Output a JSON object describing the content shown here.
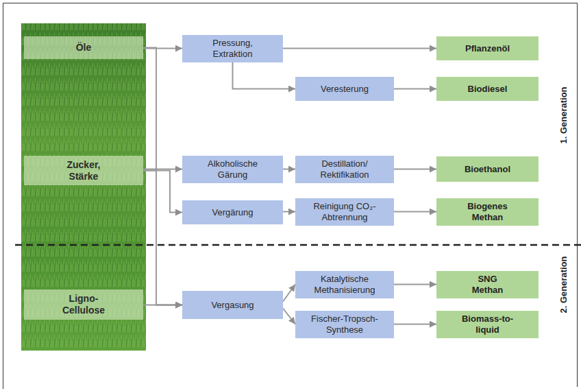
{
  "diagram": {
    "nodes": [
      {
        "text": [
          "Öle"
        ]
      },
      {
        "text": [
          "Pressung, Extraktion"
        ]
      },
      {
        "text": [
          "Pflanzenöl"
        ]
      },
      {
        "text": [
          "Veresterung"
        ]
      },
      {
        "text": [
          "Biodiesel"
        ]
      },
      {
        "text": [
          "Zucker, Stärke"
        ]
      },
      {
        "text": [
          "Alkoholische Gärung"
        ]
      },
      {
        "text": [
          "Destillation/ Rektifikation"
        ]
      },
      {
        "text": [
          "Bioethanol"
        ]
      },
      {
        "text": [
          "Vergärung"
        ]
      },
      {
        "text": [
          "Reinigung CO₂-Abtrennung"
        ]
      },
      {
        "text": [
          "Biogenes Methan"
        ]
      },
      {
        "text": [
          "Ligno- Cellulose"
        ]
      },
      {
        "text": [
          "Vergasung"
        ]
      },
      {
        "text": [
          "Katalytische Methanisierung"
        ]
      },
      {
        "text": [
          "SNG Methan"
        ]
      },
      {
        "text": [
          "Fischer-Tropsch- Synthese"
        ]
      },
      {
        "text": [
          "Biomass-to- liquid"
        ]
      }
    ],
    "edges": [
      {
        "from": 0,
        "to": 1,
        "arrow": "to"
      },
      {
        "from": 1,
        "to": 2,
        "arrow": "to"
      },
      {
        "from": 1,
        "to": 3,
        "arrow": "to"
      },
      {
        "from": 3,
        "to": 4,
        "arrow": "to"
      },
      {
        "from": 5,
        "to": 6,
        "arrow": "to"
      },
      {
        "from": 6,
        "to": 7,
        "arrow": "to"
      },
      {
        "from": 7,
        "to": 8,
        "arrow": "to"
      },
      {
        "from": 5,
        "to": 9,
        "arrow": "to"
      },
      {
        "from": 9,
        "to": 10,
        "arrow": "to"
      },
      {
        "from": 10,
        "to": 11,
        "arrow": "to"
      },
      {
        "from": 0,
        "to": 13,
        "arrow": "to"
      },
      {
        "from": 5,
        "to": 13,
        "arrow": "to"
      },
      {
        "from": 12,
        "to": 13,
        "arrow": "to"
      },
      {
        "from": 13,
        "to": 14,
        "arrow": "to"
      },
      {
        "from": 13,
        "to": 16,
        "arrow": "to"
      },
      {
        "from": 14,
        "to": 15,
        "arrow": "to"
      },
      {
        "from": 16,
        "to": 17,
        "arrow": "to"
      }
    ],
    "labels": [
      "1. Generation",
      "2. Generation"
    ]
  }
}
